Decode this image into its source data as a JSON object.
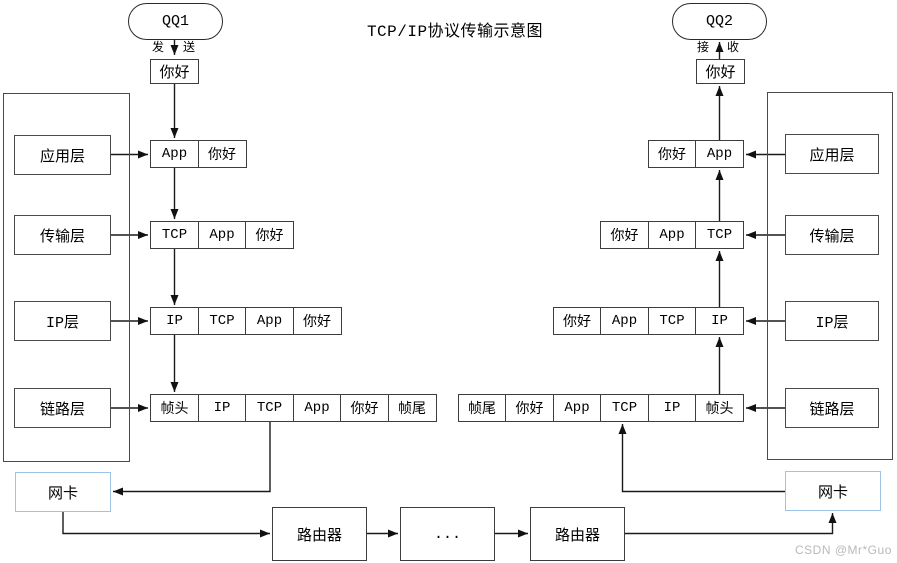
{
  "title": "TCP/IP协议传输示意图",
  "watermark": "CSDN @Mr*Guo",
  "left": {
    "endpoint": "QQ1",
    "action_pre": "发",
    "action_post": "送",
    "message": "你好",
    "layers": [
      "应用层",
      "传输层",
      "IP层",
      "链路层"
    ],
    "rows": [
      [
        "App",
        "你好"
      ],
      [
        "TCP",
        "App",
        "你好"
      ],
      [
        "IP",
        "TCP",
        "App",
        "你好"
      ],
      [
        "帧头",
        "IP",
        "TCP",
        "App",
        "你好",
        "帧尾"
      ]
    ],
    "nic": "网卡"
  },
  "right": {
    "endpoint": "QQ2",
    "action_pre": "接",
    "action_post": "收",
    "message": "你好",
    "layers": [
      "应用层",
      "传输层",
      "IP层",
      "链路层"
    ],
    "rows": [
      [
        "你好",
        "App"
      ],
      [
        "你好",
        "App",
        "TCP"
      ],
      [
        "你好",
        "App",
        "TCP",
        "IP"
      ],
      [
        "帧尾",
        "你好",
        "App",
        "TCP",
        "IP",
        "帧头"
      ]
    ],
    "nic": "网卡"
  },
  "bottom": {
    "router1": "路由器",
    "dots": "...",
    "router2": "路由器"
  },
  "colors": {
    "line": "#1a1a1a",
    "box_border": "#4a4a4a",
    "nic_border": "#9dc3e6",
    "watermark": "#b9b9b9"
  }
}
